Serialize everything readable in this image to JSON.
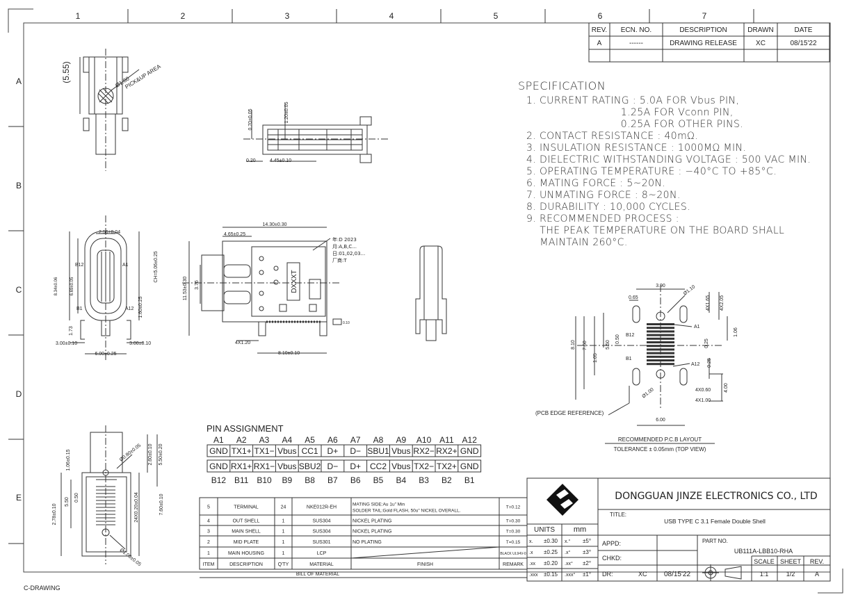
{
  "border": {
    "col_labels": [
      "1",
      "2",
      "3",
      "4",
      "5",
      "6",
      "7"
    ],
    "row_labels": [
      "A",
      "B",
      "C",
      "D",
      "E"
    ],
    "drawing_type": "C-DRAWING"
  },
  "revision_table": {
    "headers": [
      "REV.",
      "ECN. NO.",
      "DESCRIPTION",
      "DRAWN",
      "DATE"
    ],
    "rows": [
      [
        "A",
        "------",
        "DRAWING RELEASE",
        "XC",
        "08/15'22"
      ]
    ]
  },
  "specification": {
    "heading": "SPECIFICATION",
    "items": [
      "1. CURRENT RATING : 5.0A FOR Vbus PIN,",
      "                            1.25A FOR Vconn PIN,",
      "                            0.25A FOR OTHER PINS.",
      "2. CONTACT RESISTANCE : 40mΩ.",
      "3. INSULATION RESISTANCE : 1000MΩ MIN.",
      "4. DIELECTRIC WITHSTANDING VOLTAGE : 500 VAC MIN.",
      "5. OPERATING TEMPERATURE : −40°C TO +85°C.",
      "6. MATING FORCE : 5~20N.",
      "7. UNMATING FORCE : 8~20N.",
      "8. DURABILITY : 10,000 CYCLES.",
      "9. RECOMMENDED PROCESS :",
      "    THE PEAK TEMPERATURE ON THE BOARD SHALL",
      "    MAINTAIN 260°C."
    ]
  },
  "pin_assignment": {
    "title": "PIN ASSIGNMENT",
    "top_labels": [
      "A1",
      "A2",
      "A3",
      "A4",
      "A5",
      "A6",
      "A7",
      "A8",
      "A9",
      "A10",
      "A11",
      "A12"
    ],
    "row_a": [
      "GND",
      "TX1+",
      "TX1−",
      "Vbus",
      "CC1",
      "D+",
      "D−",
      "SBU1",
      "Vbus",
      "RX2−",
      "RX2+",
      "GND"
    ],
    "row_b": [
      "GND",
      "RX1+",
      "RX1−",
      "Vbus",
      "SBU2",
      "D−",
      "D+",
      "CC2",
      "Vbus",
      "TX2−",
      "TX2+",
      "GND"
    ],
    "bottom_labels": [
      "B12",
      "B11",
      "B10",
      "B9",
      "B8",
      "B7",
      "B6",
      "B5",
      "B4",
      "B3",
      "B2",
      "B1"
    ]
  },
  "pcb_layout": {
    "title": "RECOMMENDED P.C.B LAYOUT",
    "tolerance": "TOLERANCE ± 0.05mm (TOP VIEW)",
    "edge_ref": "(PCB EDGE REFERENCE)",
    "dims": [
      "3.90",
      "Ø1.10",
      "0.65",
      "4X1.65",
      "4X2.05",
      "A1",
      "1.06",
      "B12",
      "8.10",
      "7.60",
      "5.50",
      "0.50",
      "0.25",
      "1.05",
      "B1",
      "A12",
      "0.25",
      "Ø1.00",
      "4X0.60",
      "4.00",
      "4X1.00",
      "6.00"
    ]
  },
  "views": {
    "top_view": [
      "(5.55)",
      "Ø1.80",
      "PICK&UP AREA"
    ],
    "side_section": [
      "0.70±0.05",
      "1.20±0.05",
      "0.20",
      "4.45±0.10"
    ],
    "front_view": [
      "2.56±0.04",
      "B12",
      "A1",
      "8.34±0.06",
      "6.69±0.05",
      "CH=5.06±0.25",
      "B1",
      "A12",
      "1.60±0.25",
      "1.73",
      "3.00±0.10",
      "3.00±0.10",
      "6.00±0.25"
    ],
    "plan_view": [
      "14.30±0.30",
      "4.65±0.25",
      "11.53±0.30",
      "3.76",
      "4X1.20",
      "8.10±0.10",
      "年:D 2023",
      "月:A,B,C...",
      "日:01,02,03...",
      "厂商:T",
      "DXXXT",
      "0.10"
    ],
    "bottom_view": [
      "1.06±0.15",
      "Ø0.80±0.05",
      "2.60±0.10",
      "5.50±0.20",
      "2.78±0.10",
      "5.50",
      "0.50",
      "24X0.20±0.04",
      "7.60±0.10",
      "Ø1.00±0.05"
    ]
  },
  "bom": {
    "rows": [
      [
        "5",
        "TERMINAL",
        "24",
        "NKE012R-EH",
        "MATING SIDE:Au 1u\" Min",
        "SOLDER TAIL:Gold FLASH, 50u\" NICKEL OVERALL.",
        "T=0.12"
      ],
      [
        "4",
        "OUT SHELL",
        "1",
        "SUS304",
        "NICKEL PLATING",
        "",
        "T=0.30"
      ],
      [
        "3",
        "MAIN SHELL",
        "1",
        "SUS304",
        "NICKEL PLATING",
        "",
        "T=0.30"
      ],
      [
        "2",
        "MID PLATE",
        "1",
        "SUS301",
        "NO PLATING",
        "",
        "T=0.15"
      ],
      [
        "1",
        "MAIN HOUSING",
        "1",
        "LCP",
        "",
        "",
        "BLACK UL94V-0"
      ]
    ],
    "headers": [
      "ITEM",
      "DESCRIPTION",
      "Q'TY",
      "MATERIAL",
      "FINISH",
      "REMARK"
    ],
    "footer": "BILL OF MATERIAL"
  },
  "title_block": {
    "company": "DONGGUAN JINZE ELECTRONICS CO., LTD",
    "title_label": "TITLE:",
    "title": "USB TYPE C 3.1 Female Double Shell",
    "units_label": "UNITS",
    "units": "mm",
    "tolerances": [
      [
        "x.",
        "±0.30",
        "x.°",
        "±5°"
      ],
      [
        ".x",
        "±0.25",
        ".x°",
        "±3°"
      ],
      [
        ".xx",
        "±0.20",
        ".xx°",
        "±2°"
      ],
      [
        ".xxx",
        "±0.15",
        ".xxx°",
        "±1°"
      ]
    ],
    "appd_label": "APPD:",
    "chkd_label": "CHKD:",
    "dr_label": "DR:",
    "dr_value": "XC",
    "date": "08/15'22",
    "part_no_label": "PART NO.",
    "part_no": "UB111A-LBB10-RHA",
    "scale_label": "SCALE",
    "scale": "1:1",
    "sheet_label": "SHEET",
    "sheet": "1/2",
    "rev_label": "REV.",
    "rev": "A"
  },
  "colors": {
    "line": "#333333",
    "paper": "#ffffff"
  }
}
